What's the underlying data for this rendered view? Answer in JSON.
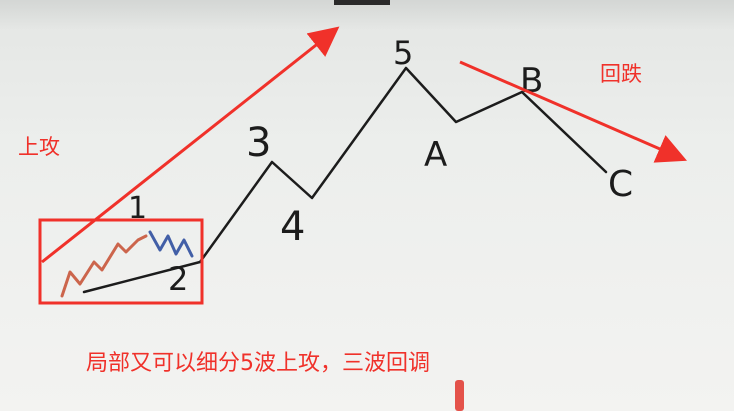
{
  "labels": {
    "up_attack": "上攻",
    "pullback": "回跌",
    "caption": "局部又可以细分5波上攻，三波回调"
  },
  "wave_labels": {
    "w1": "1",
    "w2": "2",
    "w3": "3",
    "w4": "4",
    "w5": "5",
    "wa": "A",
    "wb": "B",
    "wc": "C"
  },
  "colors": {
    "annotation_red": "#f0312a",
    "marker_black": "#1c1c1c",
    "sub_wave_red": "#c8553a",
    "sub_wave_blue": "#2f4f9e",
    "board_top": "#e6e8e6",
    "board_bottom": "#f3f3f1"
  }
}
